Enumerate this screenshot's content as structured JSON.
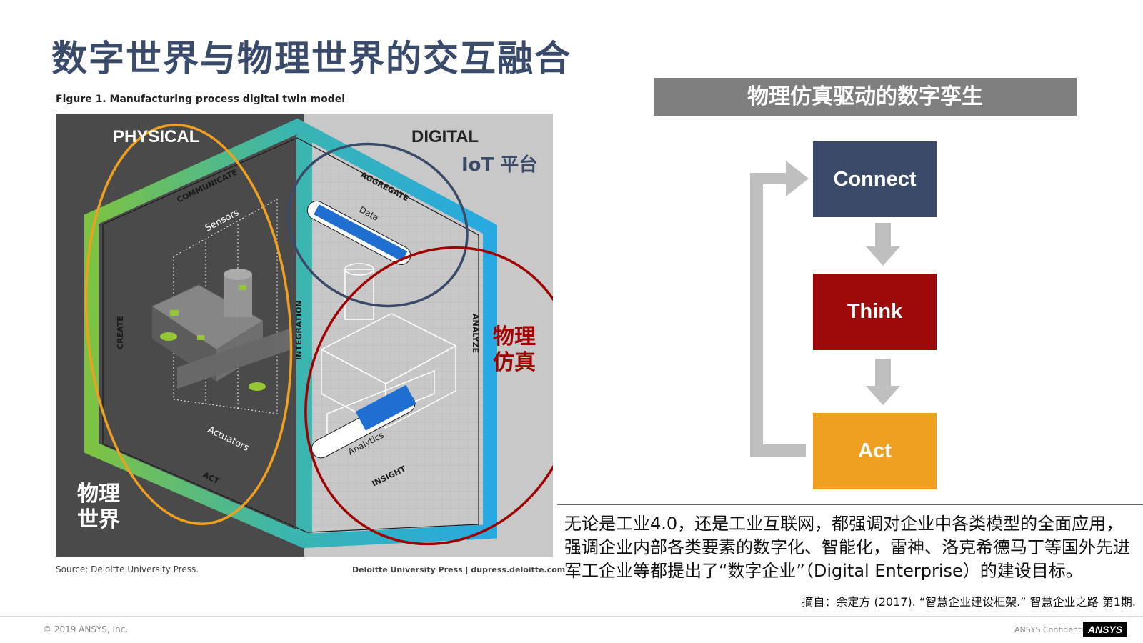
{
  "title": "数字世界与物理世界的交互融合",
  "figure": {
    "caption": "Figure 1. Manufacturing process digital twin model",
    "physical_label": "PHYSICAL",
    "digital_label": "DIGITAL",
    "iot_label": "IoT 平台",
    "sim_label_line1": "物理",
    "sim_label_line2": "仿真",
    "world_label_line1": "物理",
    "world_label_line2": "世界",
    "edge_labels": {
      "communicate": "COMMUNICATE",
      "aggregate": "AGGREGATE",
      "analyze": "ANALYZE",
      "insight": "INSIGHT",
      "act": "ACT",
      "create": "CREATE",
      "integration": "INTEGRATION"
    },
    "inner_labels": {
      "sensors": "Sensors",
      "actuators": "Actuators",
      "data": "Data",
      "analytics": "Analytics"
    },
    "source": "Source: Deloitte University Press.",
    "credit": "Deloitte University Press  |  dupress.deloitte.com"
  },
  "right_panel": {
    "header": "物理仿真驱动的数字孪生",
    "connect": "Connect",
    "think": "Think",
    "act": "Act"
  },
  "body_text": "无论是工业4.0，还是工业互联网，都强调对企业中各类模型的全面应用，强调企业内部各类要素的数字化、智能化，雷神、洛克希德马丁等国外先进军工企业等都提出了“数字企业”（Digital Enterprise）的建设目标。",
  "citation": "摘自：余定方 (2017). “智慧企业建设框架.” 智慧企业之路 第1期.",
  "footer": {
    "copyright": "© 2019 ANSYS, Inc.",
    "confidential": "ANSYS Confidential",
    "logo": "ANSYS"
  },
  "colors": {
    "title": "#3a4a6b",
    "physical_bg": "#4a4a4a",
    "digital_bg": "#c8c8c8",
    "green_edge": "#7dc242",
    "blue_edge": "#27a9e1",
    "orange_ellipse": "#f0a020",
    "navy_ellipse": "#3b4a68",
    "red_ellipse": "#a00000",
    "connect": "#3b4a68",
    "think": "#9e0a0a",
    "act": "#f0a020"
  }
}
